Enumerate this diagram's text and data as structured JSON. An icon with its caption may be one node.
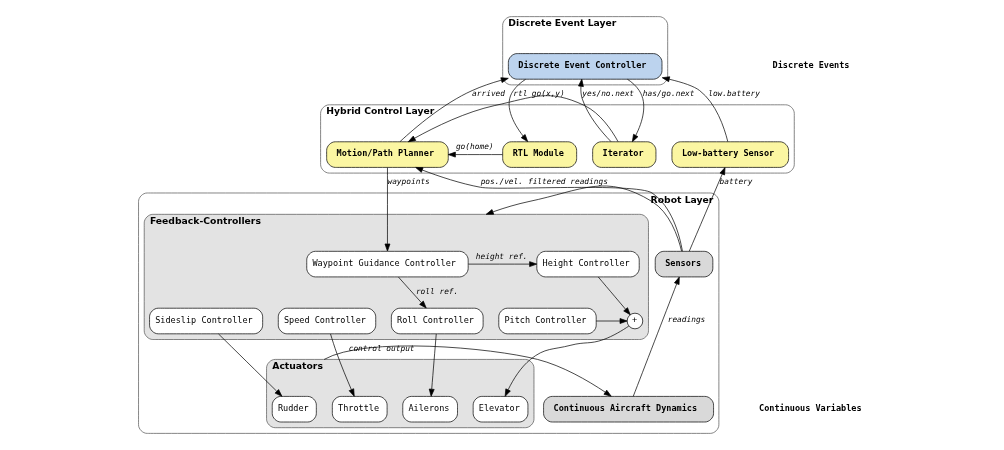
{
  "diagram": {
    "nodes": [
      {
        "text": [
          "Discrete Event Layer"
        ]
      },
      {
        "text": [
          "Discrete Event Controller"
        ],
        "in": 0
      },
      {
        "text": [
          "Hybrid Control Layer"
        ]
      },
      {
        "text": [
          "Iterator"
        ],
        "in": 2
      },
      {
        "text": [
          "Motion/Path Planner"
        ],
        "in": 2
      },
      {
        "text": [
          "RTL Module"
        ],
        "in": 2
      },
      {
        "text": [
          "Low-battery Sensor"
        ],
        "in": 2
      },
      {
        "text": [
          "Robot Layer"
        ]
      },
      {
        "text": [
          "Feedback-Controllers"
        ],
        "in": 7
      },
      {
        "text": [
          "Waypoint Guidance Controller"
        ],
        "in": 8
      },
      {
        "text": [
          "Height Controller"
        ],
        "in": 8
      },
      {
        "text": [
          "Sideslip Controller"
        ],
        "in": 8
      },
      {
        "text": [
          "Speed Controller"
        ],
        "in": 8
      },
      {
        "text": [
          "Roll Controller"
        ],
        "in": 8
      },
      {
        "text": [
          "Pitch Controller"
        ],
        "in": 8
      },
      {
        "text": [
          "+"
        ],
        "in": 8
      },
      {
        "text": [
          "Actuators"
        ],
        "in": 7
      },
      {
        "text": [
          "Rudder"
        ],
        "in": 16
      },
      {
        "text": [
          "Throttle"
        ],
        "in": 16
      },
      {
        "text": [
          "Ailerons"
        ],
        "in": 16
      },
      {
        "text": [
          "Elevator"
        ],
        "in": 16
      },
      {
        "text": [
          "Sensors"
        ],
        "in": 7
      },
      {
        "text": [
          "Continuous Aircraft Dynamics"
        ],
        "in": 7
      }
    ],
    "edges": [
      {
        "from": 1,
        "to": 3,
        "arrow": "to",
        "label": "has/go.next"
      },
      {
        "from": 3,
        "to": 1,
        "arrow": "to",
        "label": "yes/no.next"
      },
      {
        "from": 4,
        "to": 1,
        "arrow": "to",
        "label": "arrived"
      },
      {
        "from": 1,
        "to": 5,
        "arrow": "to",
        "label": "rtl"
      },
      {
        "from": 6,
        "to": 1,
        "arrow": "to",
        "label": "low.battery"
      },
      {
        "from": 3,
        "to": 4,
        "arrow": "to",
        "label": "go(x,y)"
      },
      {
        "from": 5,
        "to": 4,
        "arrow": "to",
        "label": "go(home)"
      },
      {
        "from": 4,
        "to": 9,
        "arrow": "to",
        "label": "waypoints"
      },
      {
        "from": 21,
        "to": 4,
        "arrow": "to",
        "label": "pos./vel."
      },
      {
        "from": 21,
        "to": 6,
        "arrow": "to",
        "label": "battery"
      },
      {
        "from": 9,
        "to": 10,
        "arrow": "to",
        "label": "height ref."
      },
      {
        "from": 9,
        "to": 13,
        "arrow": "to",
        "label": "roll ref."
      },
      {
        "from": 10,
        "to": 15,
        "arrow": "to"
      },
      {
        "from": 14,
        "to": 15,
        "arrow": "to"
      },
      {
        "from": 11,
        "to": 17,
        "arrow": "to"
      },
      {
        "from": 12,
        "to": 18,
        "arrow": "to"
      },
      {
        "from": 13,
        "to": 19,
        "arrow": "to"
      },
      {
        "from": 15,
        "to": 20,
        "arrow": "to"
      },
      {
        "from": 21,
        "to": 8,
        "arrow": "to",
        "label": "filtered readings"
      },
      {
        "from": 16,
        "to": 22,
        "arrow": "to",
        "label": "control output"
      },
      {
        "from": 22,
        "to": 21,
        "arrow": "to",
        "label": "readings"
      }
    ],
    "labels": [
      "Discrete Events",
      "Continuous Variables"
    ]
  }
}
